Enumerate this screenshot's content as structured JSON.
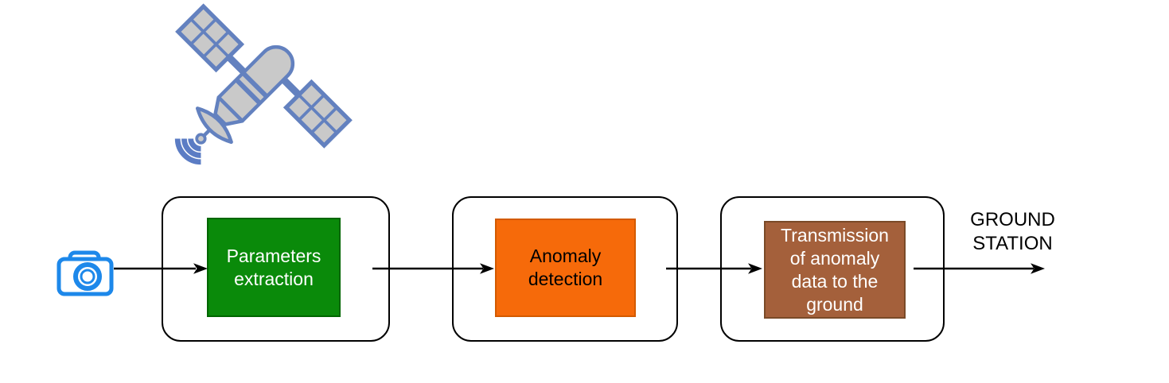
{
  "diagram": {
    "type": "flowchart",
    "background": "#ffffff",
    "source_icons": [
      {
        "name": "satellite-icon",
        "meaning": "satellite in orbit"
      },
      {
        "name": "camera-icon",
        "meaning": "onboard camera / image input"
      }
    ],
    "nodes": [
      {
        "id": "parameters-extraction",
        "label": "Parameters extraction",
        "fill": "#0a8a0a",
        "border_color": "#006600",
        "text_color": "#ffffff"
      },
      {
        "id": "anomaly-detection",
        "label": "Anomaly detection",
        "fill": "#f66a0a",
        "border_color": "#d35a00",
        "text_color": "#000000"
      },
      {
        "id": "transmission",
        "label": "Transmission of anomaly data to the ground",
        "fill": "#a4603b",
        "border_color": "#7a4a28",
        "text_color": "#ffffff"
      }
    ],
    "edges": [
      {
        "from": "camera",
        "to": "parameters-extraction"
      },
      {
        "from": "parameters-extraction",
        "to": "anomaly-detection"
      },
      {
        "from": "anomaly-detection",
        "to": "transmission"
      },
      {
        "from": "transmission",
        "to": "ground-station"
      }
    ],
    "end_label": "GROUND STATION",
    "colors": {
      "container_border": "#000000",
      "arrow": "#000000",
      "camera_blue": "#1d88ea",
      "satellite_blue": "#6381bf",
      "satellite_gray": "#c9c9c9"
    }
  }
}
